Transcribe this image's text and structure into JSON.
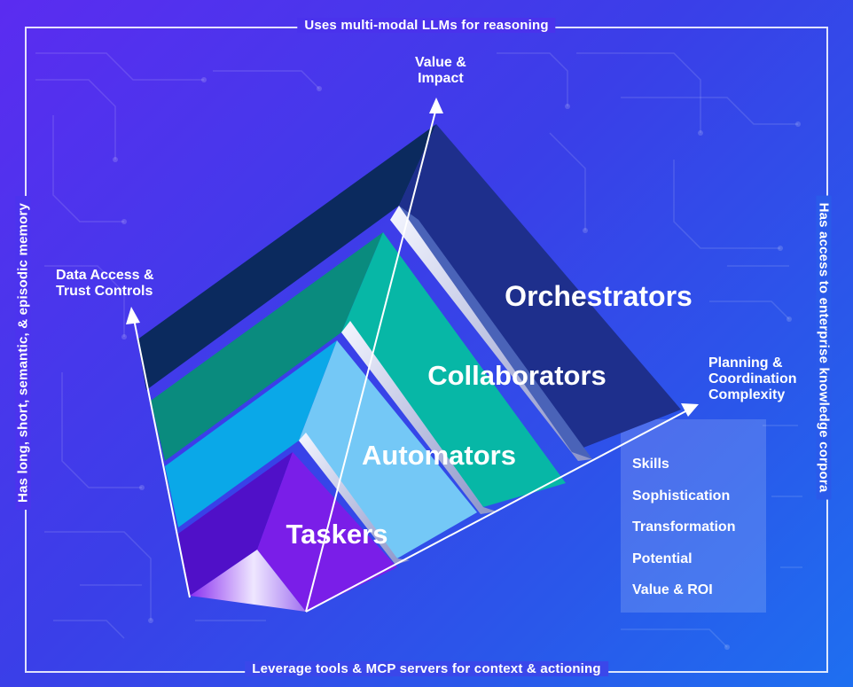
{
  "frame": {
    "top_label": "Uses multi-modal LLMs for reasoning",
    "bottom_label": "Leverage tools & MCP servers for context & actioning",
    "left_label": "Has long, short, semantic, & episodic memory",
    "right_label": "Has access to enterprise knowledge corpora"
  },
  "axes": {
    "vertical": [
      "Value &",
      "Impact"
    ],
    "left": [
      "Data Access &",
      "Trust Controls"
    ],
    "right": [
      "Planning &",
      "Coordination",
      "Complexity"
    ]
  },
  "levels": [
    {
      "name": "Taskers",
      "color": "#7a1ee8"
    },
    {
      "name": "Automators",
      "color": "#74c8f6"
    },
    {
      "name": "Collaborators",
      "color": "#07b7a6"
    },
    {
      "name": "Orchestrators",
      "color": "#1e2f8c"
    }
  ],
  "metrics": [
    "Skills",
    "Sophistication",
    "Transformation",
    "Potential",
    "Value & ROI"
  ]
}
